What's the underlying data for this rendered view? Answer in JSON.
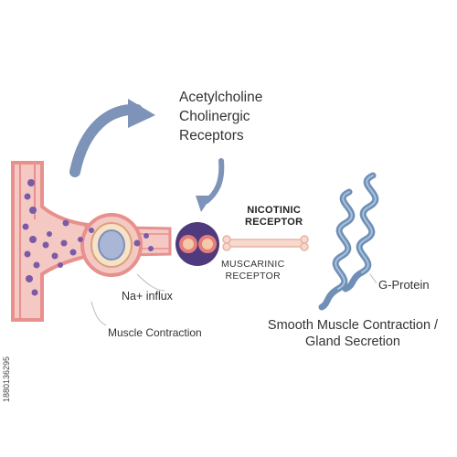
{
  "labels": {
    "title_line1": "Acetylcholine",
    "title_line2": "Cholinergic",
    "title_line3": "Receptors",
    "nicotinic_line1": "NICOTINIC",
    "nicotinic_line2": "RECEPTOR",
    "muscarinic_line1": "MUSCARINIC",
    "muscarinic_line2": "RECEPTOR",
    "na_influx": "Na+ influx",
    "muscle_contraction": "Muscle Contraction",
    "g_protein": "G-Protein",
    "smooth_muscle_line1": "Smooth Muscle Contraction /",
    "smooth_muscle_line2": "Gland Secretion",
    "stock_id": "1880136295"
  },
  "colors": {
    "vessel_wall": "#e8908e",
    "vessel_inner": "#f4c9c4",
    "vesicle": "#7b5aa6",
    "arrow": "#7d93b8",
    "receptor_dark": "#4e3a7c",
    "receptor_ring": "#e57d7d",
    "helix": "#6f8fb6",
    "bone": "#f6d9cf"
  }
}
